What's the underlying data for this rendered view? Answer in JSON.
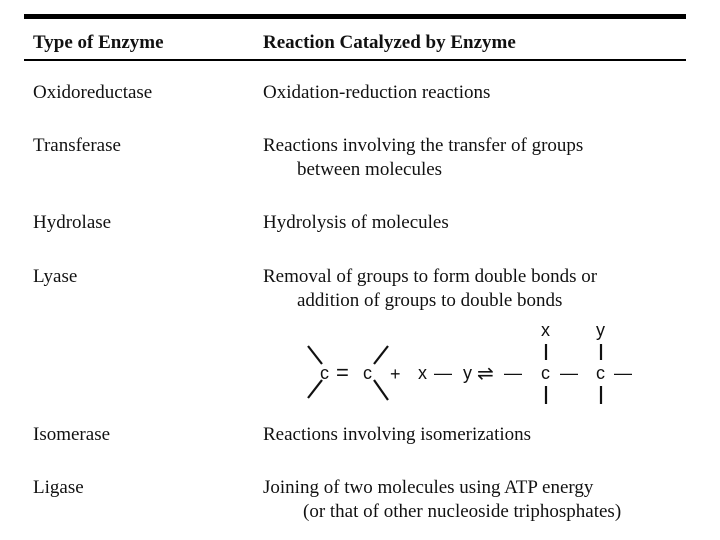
{
  "headers": {
    "type": "Type of Enzyme",
    "reaction": "Reaction Catalyzed by Enzyme"
  },
  "rows": [
    {
      "type": "Oxidoreductase",
      "reaction": "Oxidation-reduction reactions",
      "reaction_cont": ""
    },
    {
      "type": "Transferase",
      "reaction": "Reactions involving the transfer of groups",
      "reaction_cont": "between molecules"
    },
    {
      "type": "Hydrolase",
      "reaction": "Hydrolysis of molecules",
      "reaction_cont": ""
    },
    {
      "type": "Lyase",
      "reaction": "Removal of groups to form double bonds or",
      "reaction_cont": "addition of groups to double bonds"
    },
    {
      "type": "Isomerase",
      "reaction": "Reactions involving isomerizations",
      "reaction_cont": ""
    },
    {
      "type": "Ligase",
      "reaction": "Joining of two molecules using ATP energy",
      "reaction_cont": "(or that of other nucleoside triphosphates)"
    }
  ],
  "lyase_formula": {
    "c": "c",
    "double_bond": "=",
    "plus": "+",
    "x": "x",
    "y": "y",
    "bond": "—",
    "arrow": "⇌"
  }
}
